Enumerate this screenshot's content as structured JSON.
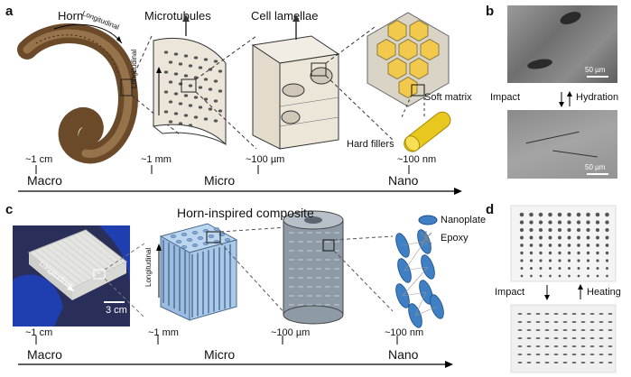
{
  "panel_labels": {
    "a": "a",
    "b": "b",
    "c": "c",
    "d": "d"
  },
  "panel_a": {
    "titles": {
      "horn": "Horn",
      "microtubules": "Microtubules",
      "cell_lamellae": "Cell lamellae"
    },
    "longitudinal_1": "Longitudinal",
    "longitudinal_2": "Longitudinal",
    "soft_matrix": "Soft matrix",
    "hard_fillers": "Hard fillers",
    "scales": [
      "~1 cm",
      "~1 mm",
      "~100 µm",
      "~100 nm"
    ],
    "stages": [
      "Macro",
      "Micro",
      "Nano"
    ],
    "colors": {
      "horn": "#7a5a3a",
      "hex_fill": "#f2c94c",
      "filler": "#e8c81e",
      "arrow": "#000000"
    }
  },
  "panel_b": {
    "scale_bar_top": "50 µm",
    "scale_bar_bottom": "50 µm",
    "impact": "Impact",
    "hydration": "Hydration"
  },
  "panel_c": {
    "title": "Horn-inspired composite",
    "photo_scale": "3 cm",
    "photo_longitudinal": "Longitudinal",
    "longitudinal_3": "Longitudinal",
    "legend": {
      "nanoplate": "Nanoplate",
      "epoxy": "Epoxy"
    },
    "scales": [
      "~1 cm",
      "~1 mm",
      "~100 µm",
      "~100 nm"
    ],
    "stages": [
      "Macro",
      "Micro",
      "Nano"
    ],
    "colors": {
      "composite": "#a9c7e8",
      "nanoplate": "#3f7fc4",
      "glove": "#1f3fb0"
    }
  },
  "panel_d": {
    "impact": "Impact",
    "heating": "Heating"
  }
}
